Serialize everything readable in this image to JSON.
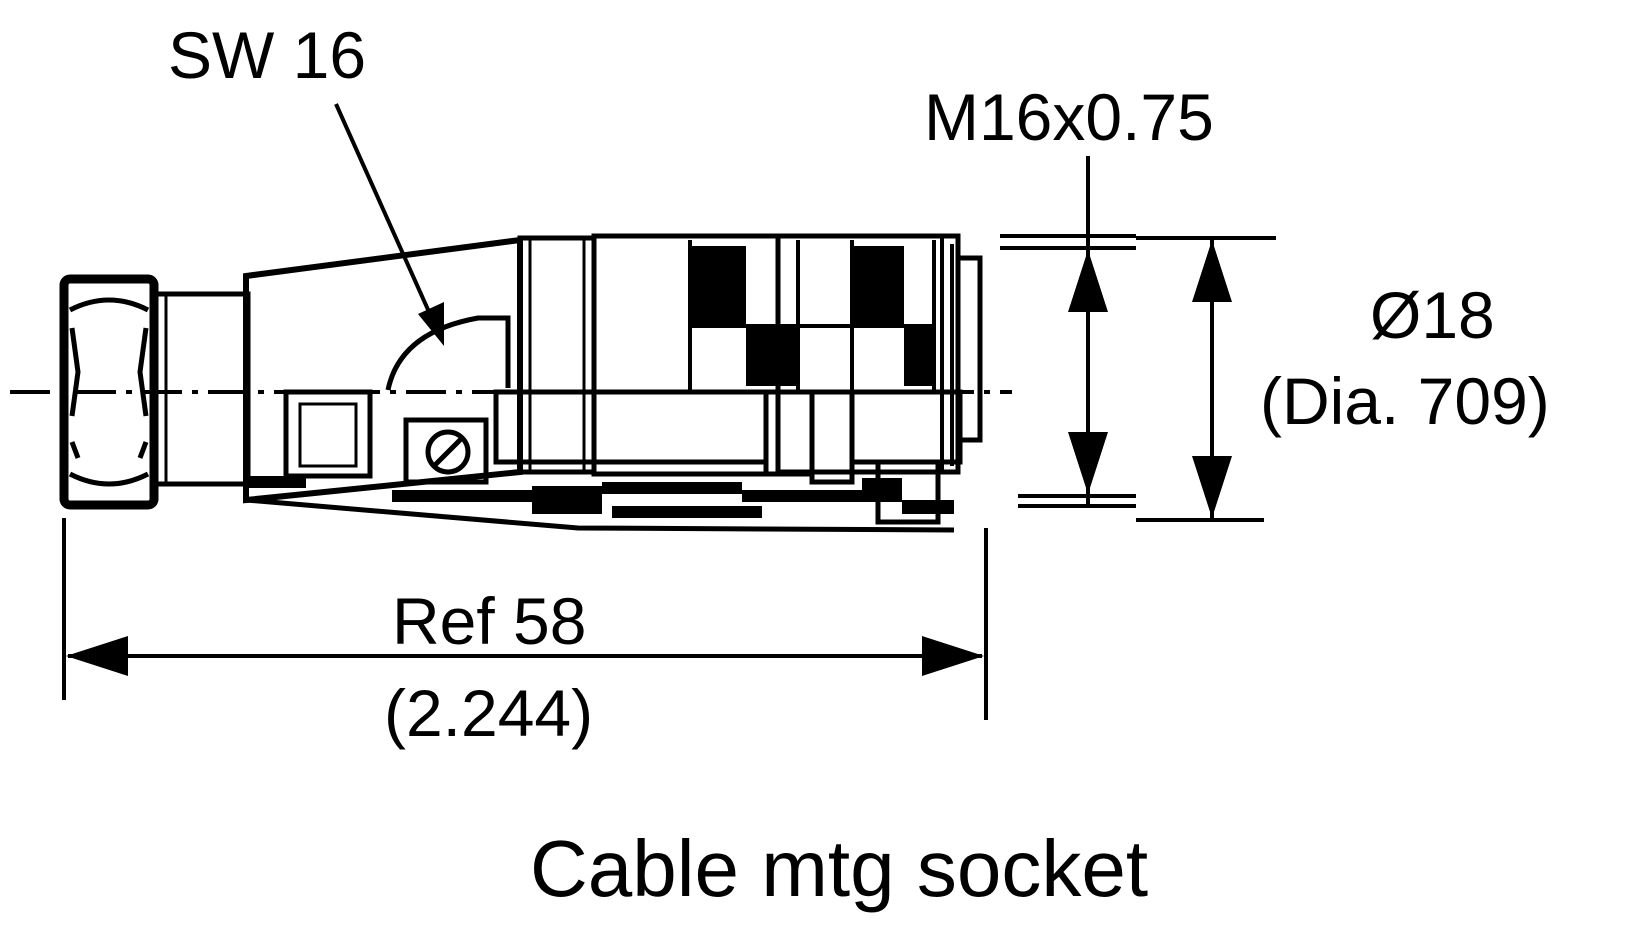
{
  "labels": {
    "wrench_size": "SW 16",
    "thread": "M16x0.75",
    "diameter_mm": "Ø18",
    "diameter_in": "(Dia. 709)",
    "length_mm": "Ref 58",
    "length_in": "(2.244)"
  },
  "caption": "Cable mtg socket",
  "colors": {
    "ink": "#000000",
    "background": "#ffffff"
  }
}
